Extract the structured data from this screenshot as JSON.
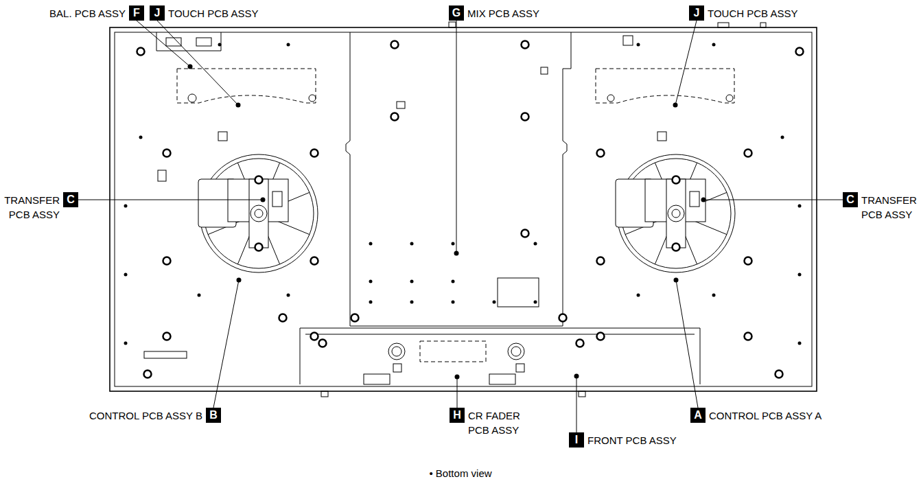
{
  "diagram": {
    "nodes": [
      {
        "text": [
          "F",
          "BAL. PCB ASSY"
        ]
      },
      {
        "text": [
          "J",
          "TOUCH PCB ASSY"
        ]
      },
      {
        "text": [
          "G",
          "MIX PCB ASSY"
        ]
      },
      {
        "text": [
          "J",
          "TOUCH PCB ASSY"
        ]
      },
      {
        "text": [
          "C",
          "TRANSFER PCB ASSY"
        ]
      },
      {
        "text": [
          "C",
          "TRANSFER PCB ASSY"
        ]
      },
      {
        "text": [
          "B",
          "CONTROL PCB ASSY B"
        ]
      },
      {
        "text": [
          "H",
          "CR FADER PCB ASSY"
        ]
      },
      {
        "text": [
          "A",
          "CONTROL PCB ASSY A"
        ]
      },
      {
        "text": [
          "I",
          "FRONT PCB ASSY"
        ]
      }
    ],
    "labels": [
      "• Bottom view"
    ]
  }
}
